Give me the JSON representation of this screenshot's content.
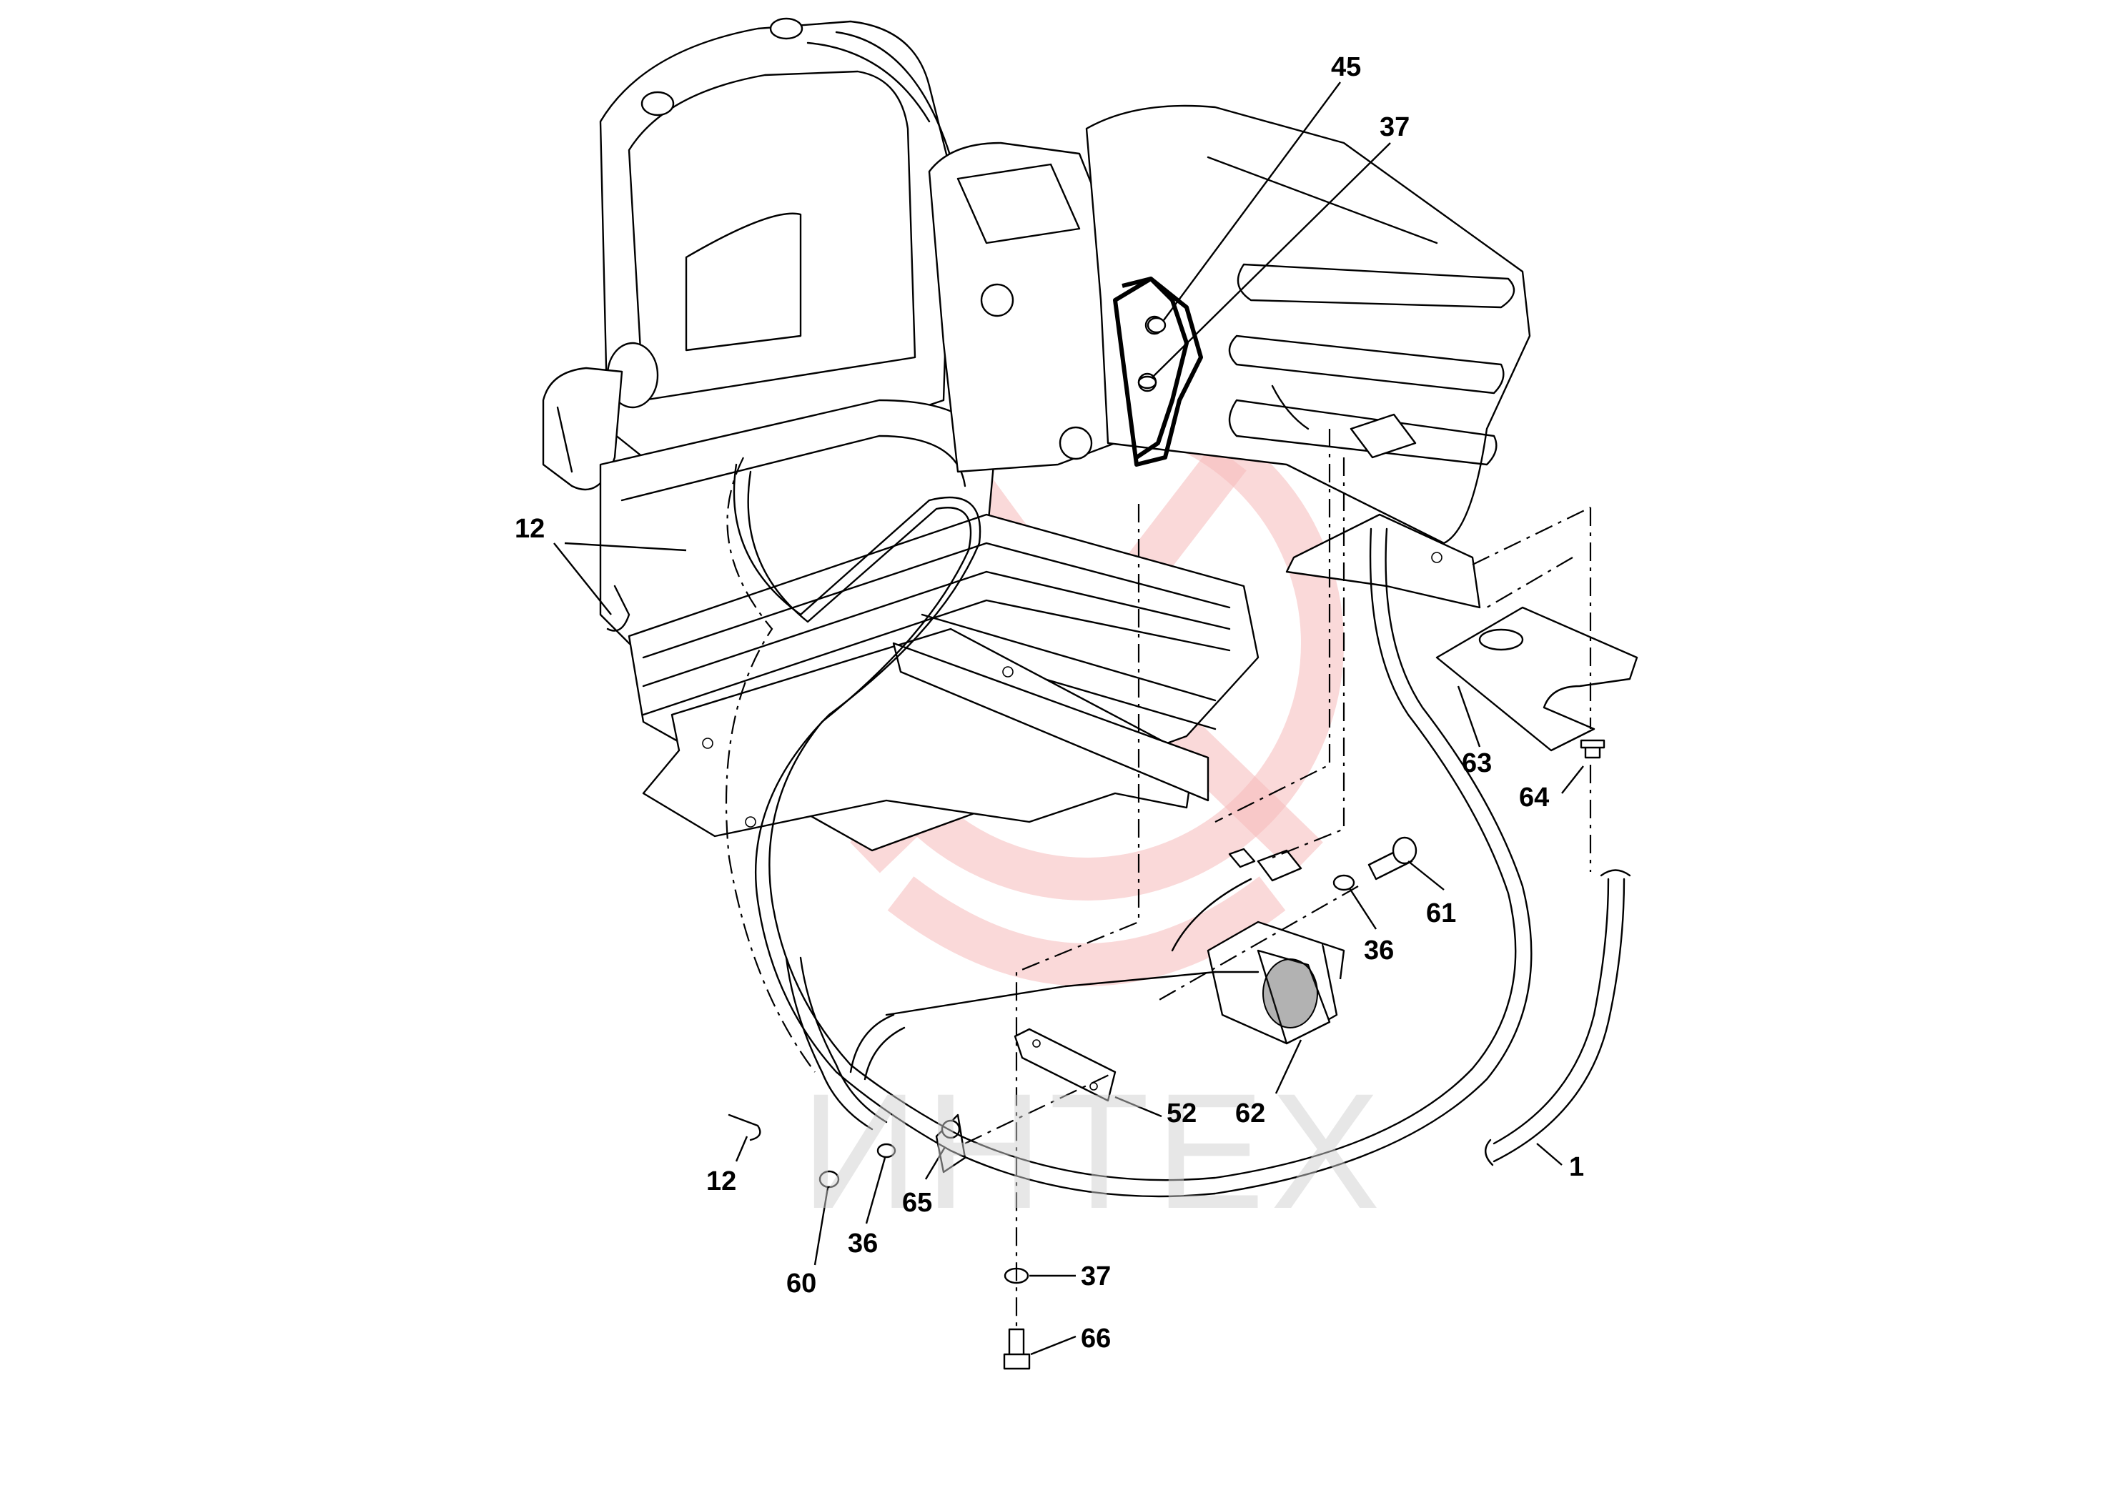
{
  "watermark": {
    "text": "ИНТЕХ",
    "logo_color": "#f6b9b9"
  },
  "callouts": [
    {
      "id": "45",
      "label": "45"
    },
    {
      "id": "37-top",
      "label": "37"
    },
    {
      "id": "12-left",
      "label": "12"
    },
    {
      "id": "63",
      "label": "63"
    },
    {
      "id": "64",
      "label": "64"
    },
    {
      "id": "61",
      "label": "61"
    },
    {
      "id": "36-right",
      "label": "36"
    },
    {
      "id": "62",
      "label": "62"
    },
    {
      "id": "52",
      "label": "52"
    },
    {
      "id": "1",
      "label": "1"
    },
    {
      "id": "12-bottom",
      "label": "12"
    },
    {
      "id": "65",
      "label": "65"
    },
    {
      "id": "36-left",
      "label": "36"
    },
    {
      "id": "60",
      "label": "60"
    },
    {
      "id": "37-bottom",
      "label": "37"
    },
    {
      "id": "66",
      "label": "66"
    }
  ]
}
